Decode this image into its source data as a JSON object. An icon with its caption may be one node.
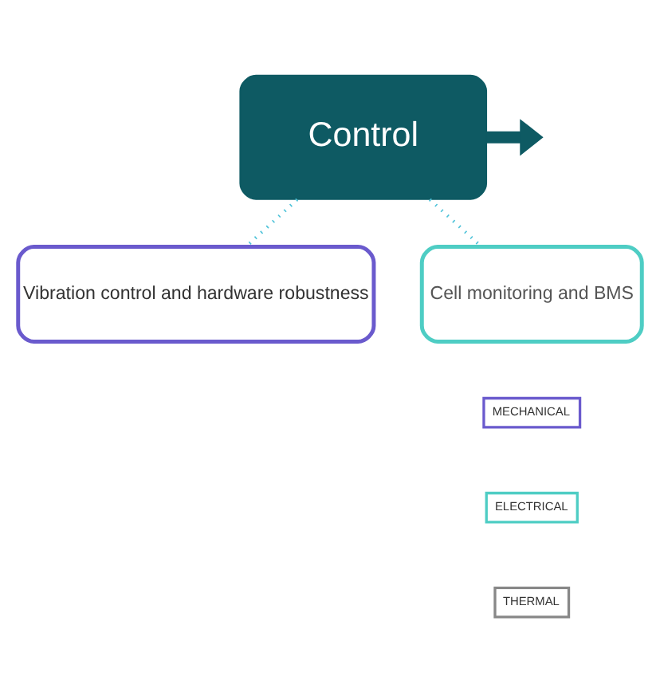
{
  "diagram": {
    "nodes": [
      {
        "text": [
          "Control"
        ]
      },
      {
        "text": [
          "Vibration control and hardware robustness"
        ]
      },
      {
        "text": [
          "Cell monitoring and BMS"
        ]
      }
    ],
    "edges": [
      {
        "from": 0,
        "to": null,
        "arrow": "to",
        "style": "thick",
        "color": "#0e5a63"
      },
      {
        "from": 0,
        "to": 1,
        "arrow": "none",
        "style": "dashed"
      },
      {
        "from": 0,
        "to": 2,
        "arrow": "none",
        "style": "dashed"
      }
    ],
    "legend": [
      {
        "text": "MECHANICAL",
        "color": "#6a5acd"
      },
      {
        "text": "ELECTRICAL",
        "color": "#4ecdc4"
      },
      {
        "text": "THERMAL",
        "color": "#888888"
      }
    ]
  }
}
